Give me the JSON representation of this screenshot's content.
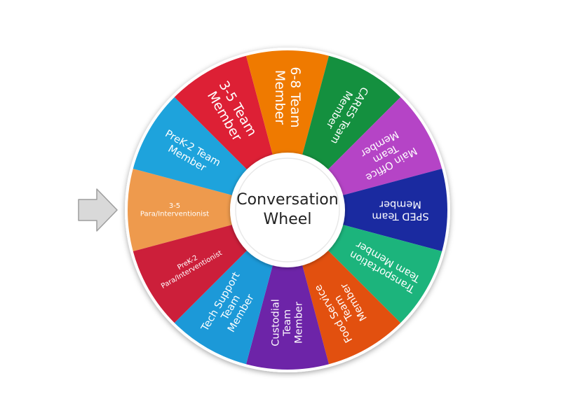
{
  "wheel": {
    "center_label": [
      "Conversation",
      "Wheel"
    ],
    "segments": [
      {
        "lines": [
          "3-5",
          "Para/Interventionist"
        ],
        "color": "#ee9a4d",
        "size": "small"
      },
      {
        "lines": [
          "PreK-2 Team",
          "Member"
        ],
        "color": "#1ea3dc",
        "size": "medium"
      },
      {
        "lines": [
          "3-5 Team",
          "Member"
        ],
        "color": "#dd2035",
        "size": "large"
      },
      {
        "lines": [
          "6-8 Team",
          "Member"
        ],
        "color": "#ef7a00",
        "size": "large"
      },
      {
        "lines": [
          "CARES Team",
          "Member"
        ],
        "color": "#14903f",
        "size": "medium"
      },
      {
        "lines": [
          "Main Office",
          "Team",
          "Member"
        ],
        "color": "#b544c6",
        "size": "medium"
      },
      {
        "lines": [
          "SPED Team",
          "Member"
        ],
        "color": "#1a2aa0",
        "size": "medium"
      },
      {
        "lines": [
          "Transportation",
          "Team Member"
        ],
        "color": "#1cb47c",
        "size": "medium"
      },
      {
        "lines": [
          "Food Service",
          "Team",
          "Member"
        ],
        "color": "#e2500f",
        "size": "medium"
      },
      {
        "lines": [
          "Custodial",
          "Team",
          "Member"
        ],
        "color": "#6d24a8",
        "size": "medium"
      },
      {
        "lines": [
          "Tech Support",
          "Team",
          "Member"
        ],
        "color": "#1c99d8",
        "size": "medium"
      },
      {
        "lines": [
          "PreK-2",
          "Para/Interventionist"
        ],
        "color": "#cc1f3a",
        "size": "small"
      }
    ]
  },
  "pointer": {
    "icon": "arrow-right-icon",
    "color": "#d9d9d9"
  }
}
